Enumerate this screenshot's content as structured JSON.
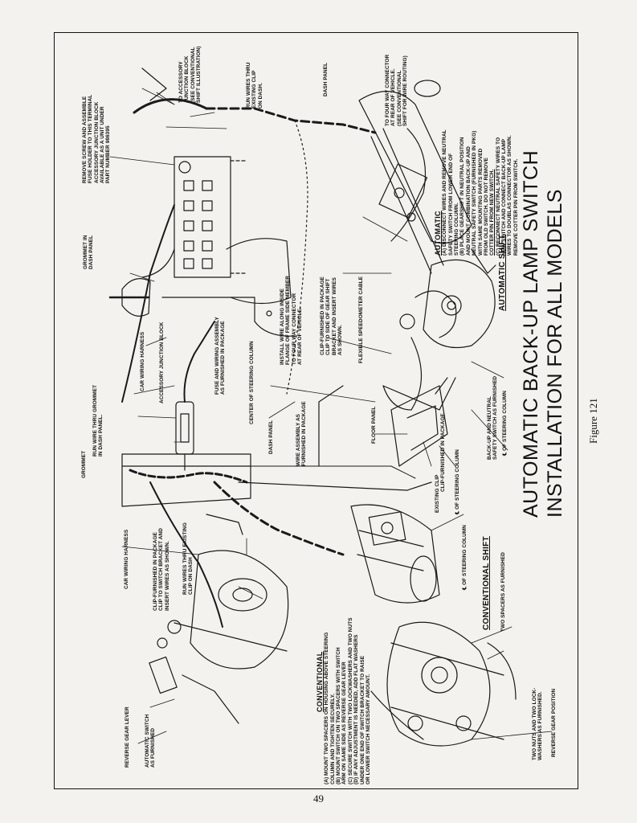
{
  "title": {
    "line1": "AUTOMATIC BACK-UP LAMP SWITCH",
    "line2": "INSTALLATION FOR ALL MODELS"
  },
  "figure_label": "Figure 121",
  "page_number": "49",
  "labels": {
    "remove_screw": [
      "REMOVE SCREW AND ASSEMBLE",
      "FUSE HOLDER TO THIS TERMINAL",
      "ACCESSORY JUNCTION BLOCK",
      "AVAILABLE AS A UNIT UNDER",
      "PART NUMBER 986395"
    ],
    "to_accessory": [
      "TO ACCESSORY",
      "JUNCTION BLOCK",
      "(SEE CONVENTIONAL",
      "SHIFT ILLUSTRATION)"
    ],
    "run_wires_clip_dash": [
      "RUN WIRES THRU",
      "EXISTING CLIP",
      "ON DASH."
    ],
    "dash_panel_top": [
      "DASH PANEL"
    ],
    "to_four_way": [
      "TO FOUR WAY CONNECTOR",
      "AT REAR OF VEHICLE.",
      "(SEE CONVENTIONAL",
      "SHIFT FOR WIRE ROUTING)"
    ],
    "grommet_in_dash": [
      "GROMMET IN",
      "DASH PANEL"
    ],
    "car_wiring_harness_top": [
      "CAR WIRING HARNESS"
    ],
    "accessory_junction_block": [
      "ACCESSORY JUNCTION BLOCK"
    ],
    "fuse_wiring": [
      "FUSE AND WIRING ASSEMBLY",
      "AS FURNISHED IN PACKAGE"
    ],
    "center_steering": [
      "CENTER OF STEERING COLUMN"
    ],
    "install_wire": [
      "INSTALL WIRE ALONG INSIDE",
      "FLANGE OF FRAME SIDE MEMBER",
      "TO FOUR WAY CONNECTOR",
      "AT REAR OF VEHICLE."
    ],
    "clip_gear_shift": [
      "CLIP-FURNISHED IN PACKAGE",
      "CLIP TO SIDE OF GEAR SHIFT",
      "BRACKET AND INSERT WIRES",
      "AS SHOWN."
    ],
    "flexible_speedometer": [
      "FLEXIBLE SPEEDOMETER CABLE"
    ],
    "grommet": [
      "GROMMET"
    ],
    "run_wire_grommet": [
      "RUN WIRE THRU GROMMET",
      "IN DASH PANEL."
    ],
    "dash_panel_mid": [
      "DASH PANEL"
    ],
    "wire_assembly": [
      "WIRE ASSEMBLY AS",
      "FURNISHED IN PACKAGE"
    ],
    "floor_panel": [
      "FLOOR PANEL"
    ],
    "clip_package": [
      "CLIP-FURNISHED IN PACKAGE"
    ],
    "existing_clip": [
      "EXISTING CLIP"
    ],
    "cl_steering_column_mid": [
      "℄ OF STEERING COLUMN"
    ],
    "backup_neutral_switch": [
      "BACK-UP AND NEUTRAL",
      "SAFETY SWITCH AS FURNISHED"
    ],
    "cl_steering_column_auto": [
      "℄ OF STEERING COLUMN"
    ],
    "car_wiring_harness_left": [
      "CAR WIRING HARNESS"
    ],
    "clip_switch_bracket": [
      "CLIP-FURNISHED IN PACKAGE",
      "CLIP TO SWITCH BRACKET AND",
      "INSERT WIRES AS SHOWN."
    ],
    "run_wires_existing_clip": [
      "RUN WIRES THRU EXISTING",
      "CLIP ON DASH"
    ],
    "cl_steering_column_conv": [
      "℄ OF STEERING COLUMN"
    ],
    "two_spacers": [
      "TWO SPACERS AS FURNISHED"
    ],
    "reverse_gear_lever": [
      "REVERSE GEAR LEVER"
    ],
    "automatic_switch": [
      "AUTOMATIC SWITCH",
      "AS FURNISHED"
    ],
    "two_nuts": [
      "TWO NUTS AND TWO LOCK-",
      "WASHERS AS FURNISHED."
    ],
    "reverse_gear_position": [
      "REVERSE GEAR POSITION"
    ]
  },
  "automatic_instructions": {
    "heading": "AUTOMATIC",
    "lines": [
      "(A) DISCONNECT WIRES AND REMOVE NEUTRAL",
      "SAFETY SWITCH FROM LOWER END OF",
      "STEERING COLUMN.",
      "(B) PLACE GEARSHIFT IN NEUTRAL POSITION",
      "AND MOUNT COMBINATION BACK-UP AND",
      "NEUTRAL SAFETY SWITCH (FURNISHED IN PKG)",
      "WITH SAME MOUNTING PARTS REMOVED",
      "FROM OLD SWITCH. DO NOT REMOVE",
      "COTTER PIN FROM NEW SWITCH.",
      "(C) RECONNECT NEUTRAL SAFETY WIRES TO",
      "NEW SWITCH AND CONNECT BACK-UP LAMP",
      "WIRES TO DOUBLAS CONNECTOR AS SHOWN.",
      "REMOVE COTTER PIN FROM SWITCH."
    ]
  },
  "conventional_instructions": {
    "heading": "CONVENTIONAL",
    "lines": [
      "(A) MOUNT TWO SPACERS ON HOUSING ABOVE STEERING",
      "COLUMN AND TIGHTEN SECURELY.",
      "(B) MOUNT SWITCH ON TWO SPACERS WITH SWITCH",
      "ARM ON SAME SIDE AS REVERSE GEAR LEVER",
      "(C) SECURE SWITCH WITH TWO LOCKWASHERS AND TWO NUTS",
      "(D) IF ANY ADJUSTMENT IS NEEDED, ADD FLAT WASHERS",
      "UNDER ONE END OF SWITCH BRACKET TO RAISE",
      "OR LOWER SWITCH NECESSARY AMOUNT."
    ]
  },
  "section_headings": {
    "automatic_shift": "AUTOMATIC SHIFT",
    "conventional_shift": "CONVENTIONAL SHIFT"
  }
}
